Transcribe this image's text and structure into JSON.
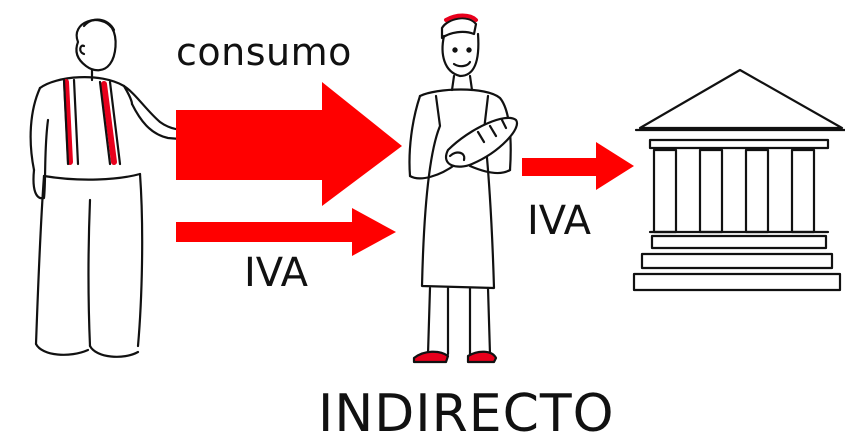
{
  "labels": {
    "consumo": "consumo",
    "iva_consumer": "IVA",
    "iva_seller": "IVA",
    "title": "INDIRECTO"
  },
  "colors": {
    "arrow": "#ff0000",
    "line": "#111111",
    "accent": "#e8001c"
  },
  "icons": {
    "consumer": "consumer-figure-icon",
    "seller": "baker-figure-icon",
    "bank": "government-building-icon"
  }
}
